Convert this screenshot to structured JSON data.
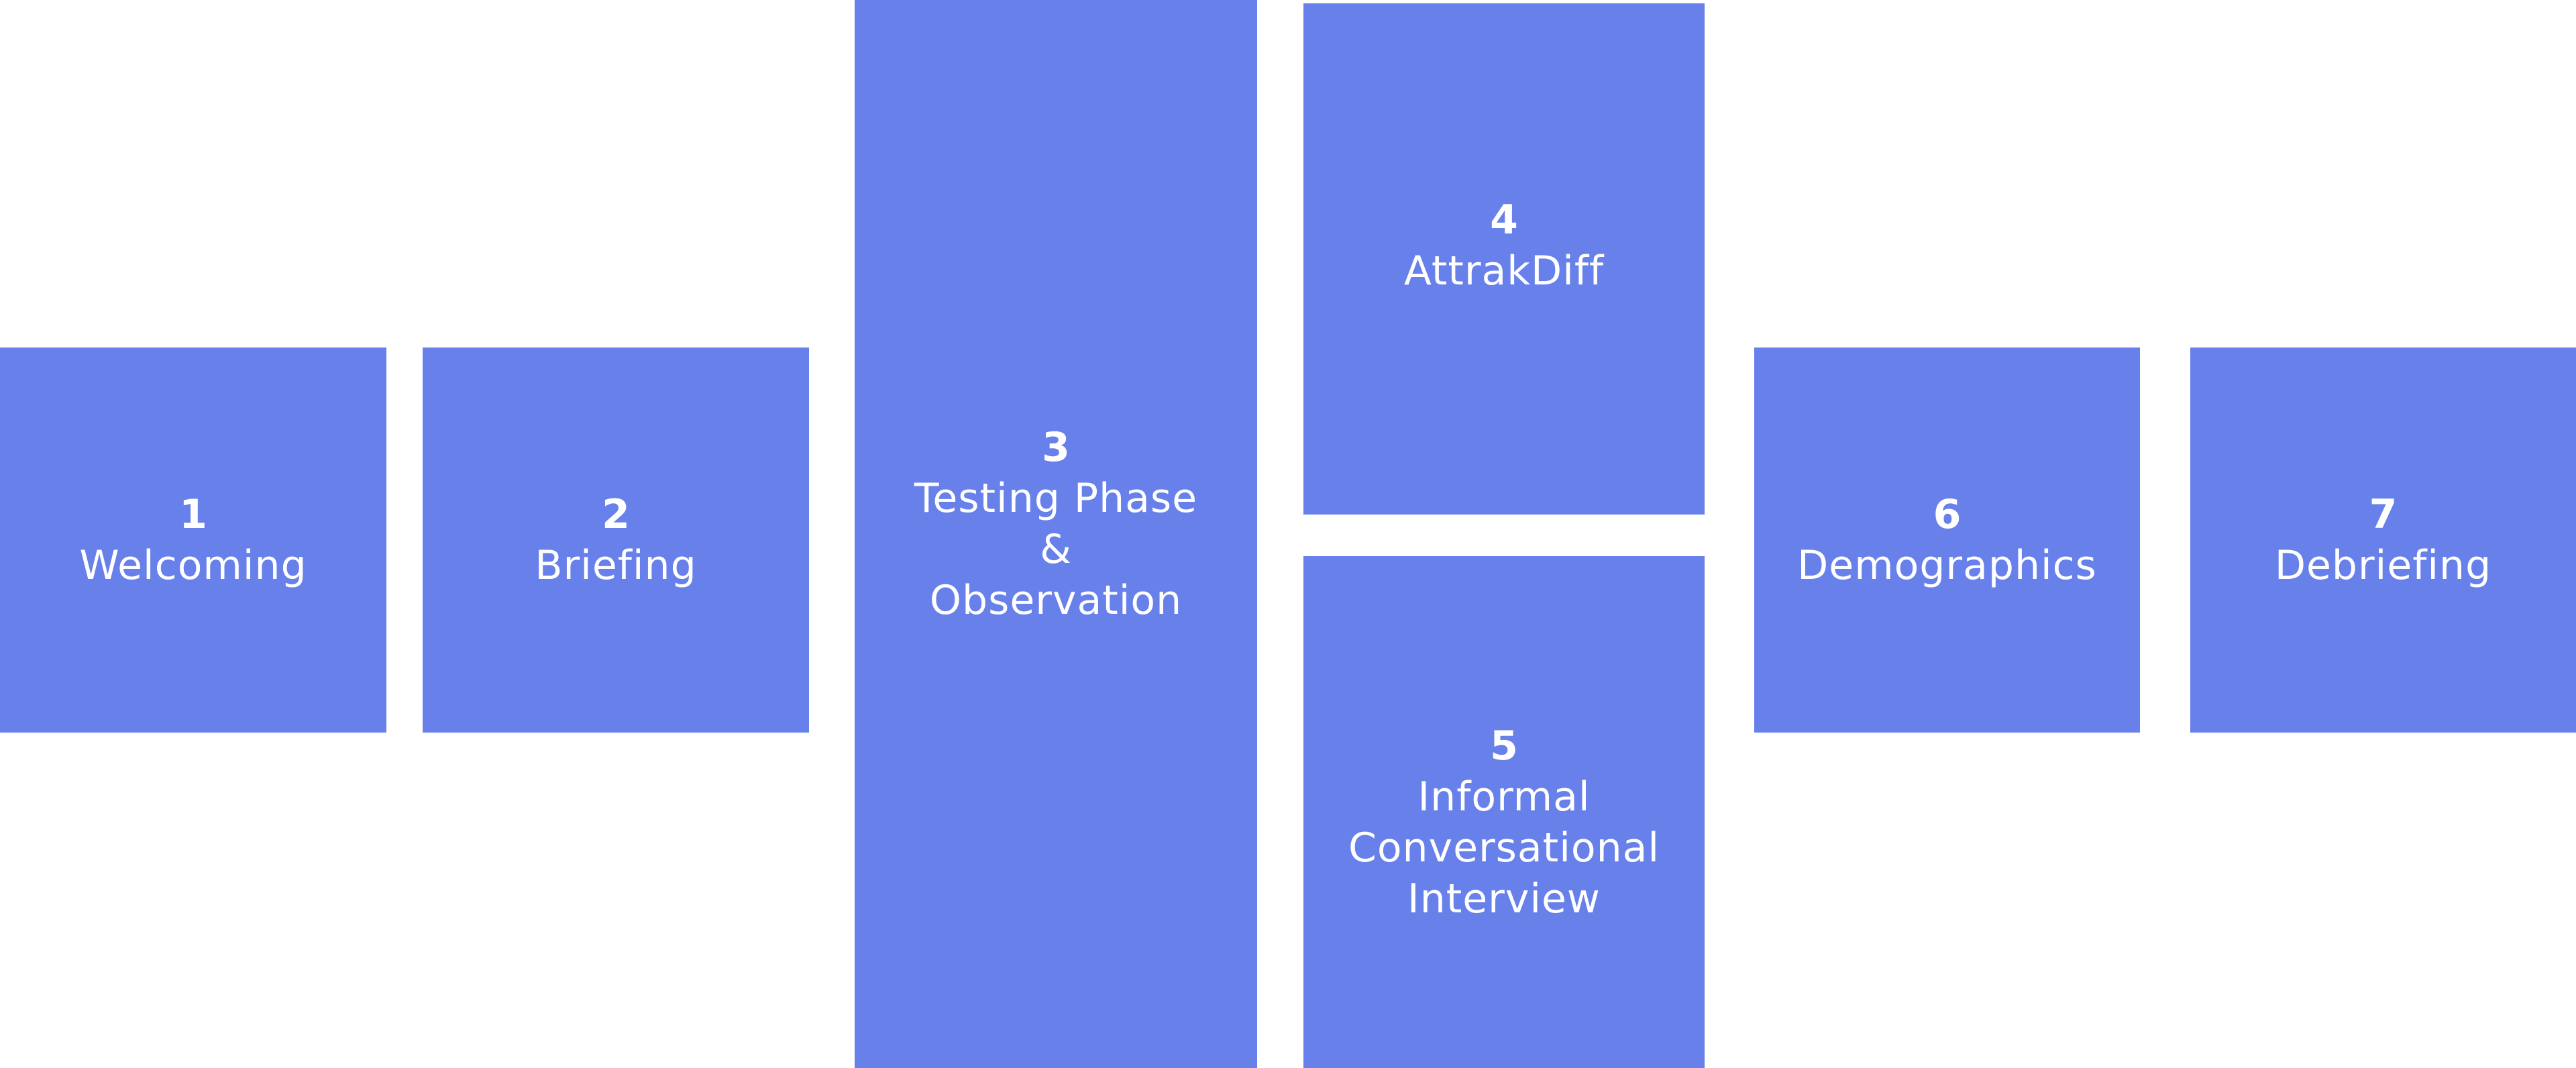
{
  "colors": {
    "box_fill": "#6880ea",
    "text": "#ffffff",
    "background": "#ffffff"
  },
  "steps": [
    {
      "number": "1",
      "label": "Welcoming"
    },
    {
      "number": "2",
      "label": "Briefing"
    },
    {
      "number": "3",
      "label_lines": [
        "Testing Phase",
        "&",
        "Observation"
      ]
    },
    {
      "number": "4",
      "label": "AttrakDiff"
    },
    {
      "number": "5",
      "label_lines": [
        "Informal",
        "Conversational",
        "Interview"
      ]
    },
    {
      "number": "6",
      "label": "Demographics"
    },
    {
      "number": "7",
      "label": "Debriefing"
    }
  ]
}
